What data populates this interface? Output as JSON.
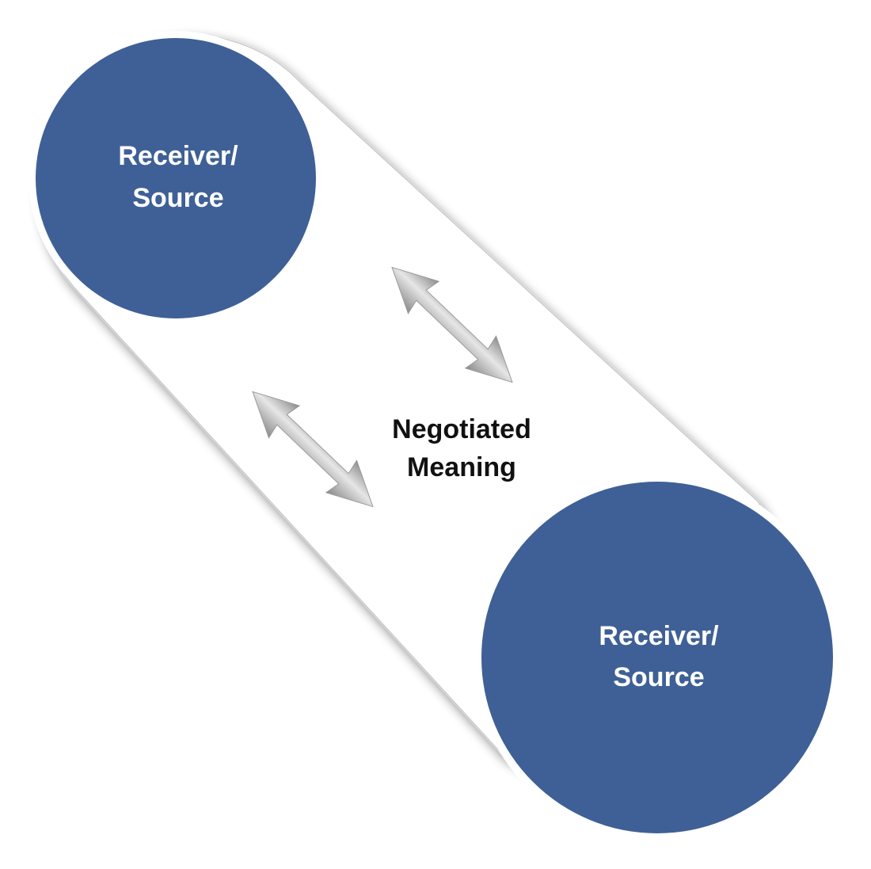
{
  "diagram": {
    "nodes": [
      {
        "line1": "Receiver/",
        "line2": "Source"
      },
      {
        "line1": "Receiver/",
        "line2": "Source"
      }
    ],
    "center": {
      "line1": "Negotiated",
      "line2": "Meaning"
    },
    "colors": {
      "node_fill": "#3f6096",
      "outline": "#ffffff",
      "background": "#ffffff",
      "arrow_light": "#e2e2e2",
      "arrow_dark": "#8c8c8c",
      "center_text": "#111111"
    },
    "arrows": [
      {
        "icon": "double-headed-arrow-icon",
        "direction": "diagonal"
      },
      {
        "icon": "double-headed-arrow-icon",
        "direction": "diagonal"
      }
    ]
  }
}
